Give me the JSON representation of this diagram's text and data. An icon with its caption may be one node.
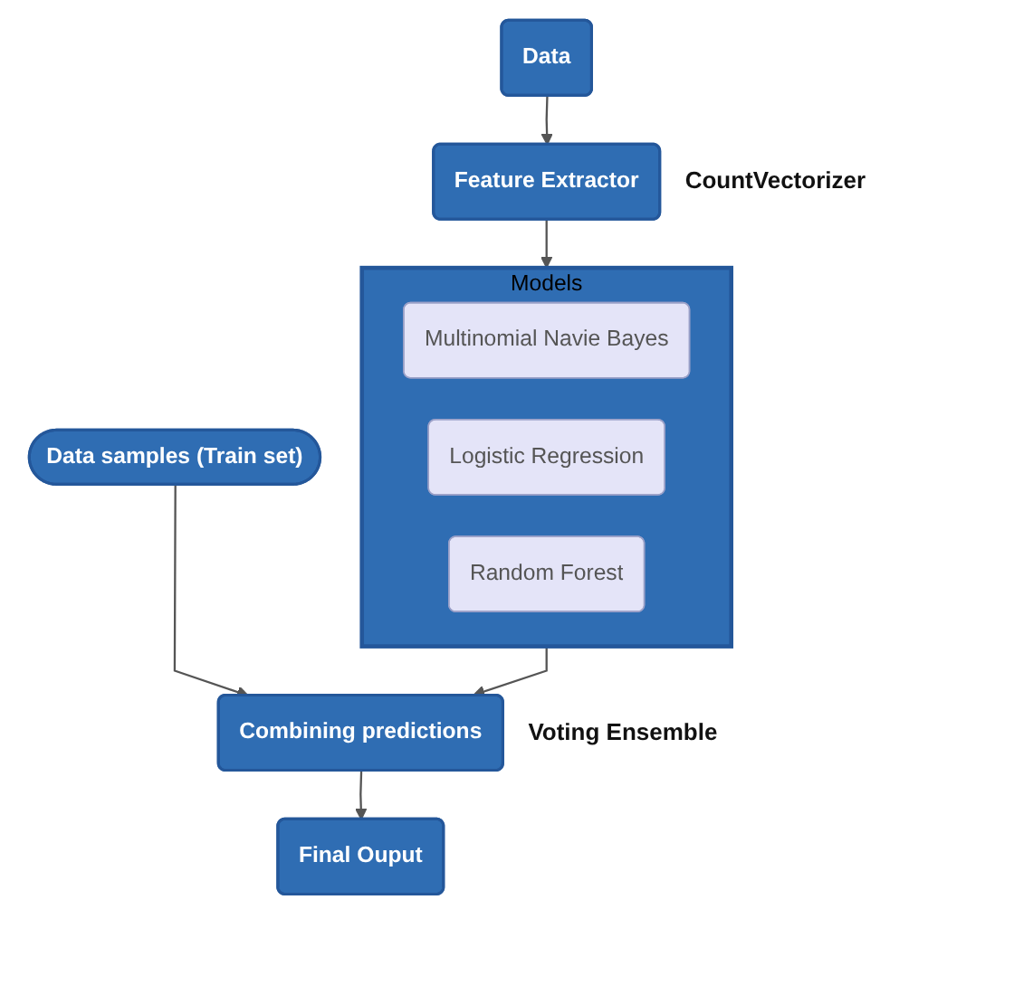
{
  "diagram": {
    "nodes": [
      {
        "text": [
          "Data"
        ]
      },
      {
        "text": [
          "Feature Extractor"
        ],
        "beside": [
          "CountVectorizer"
        ]
      },
      {
        "text": [
          "Models"
        ]
      },
      {
        "text": [
          "Multinomial Navie Bayes"
        ],
        "in": 2
      },
      {
        "text": [
          "Logistic Regression"
        ],
        "in": 2
      },
      {
        "text": [
          "Random Forest"
        ],
        "in": 2
      },
      {
        "text": [
          "Data samples (Train set)"
        ]
      },
      {
        "text": [
          "Combining predictions"
        ],
        "beside": [
          "Voting Ensemble"
        ]
      },
      {
        "text": [
          "Final Ouput"
        ]
      }
    ],
    "edges": [
      {
        "from": 0,
        "to": 1,
        "arrow": "to"
      },
      {
        "from": 1,
        "to": 2,
        "arrow": "to"
      },
      {
        "from": 2,
        "to": 7,
        "arrow": "to"
      },
      {
        "from": 6,
        "to": 7,
        "arrow": "to"
      },
      {
        "from": 7,
        "to": 8,
        "arrow": "to"
      }
    ]
  }
}
